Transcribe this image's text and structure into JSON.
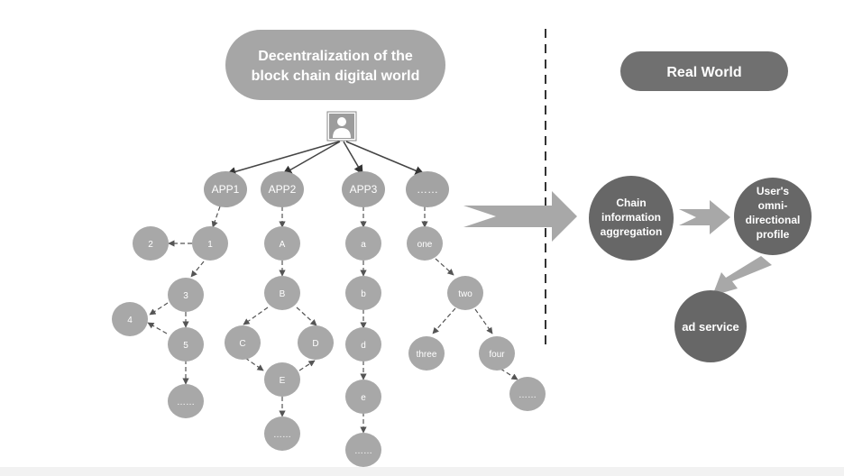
{
  "left_title": [
    "Decentralization of the",
    "block chain digital world"
  ],
  "right_title": "Real World",
  "apps": [
    "APP1",
    "APP2",
    "APP3",
    "……"
  ],
  "app1_nodes": [
    "1",
    "2",
    "3",
    "4",
    "5",
    "……"
  ],
  "app2_nodes": [
    "A",
    "B",
    "C",
    "D",
    "E",
    "……"
  ],
  "app3_nodes": [
    "a",
    "b",
    "d",
    "e",
    "……"
  ],
  "app4_nodes": [
    "one",
    "two",
    "three",
    "four",
    "……"
  ],
  "chain_aggregation": [
    "Chain",
    "information",
    "aggregation"
  ],
  "user_profile": [
    "User's",
    "omni-",
    "directional",
    "profile"
  ],
  "ad_service": "ad service",
  "icons": {
    "user": "user-avatar-icon"
  }
}
